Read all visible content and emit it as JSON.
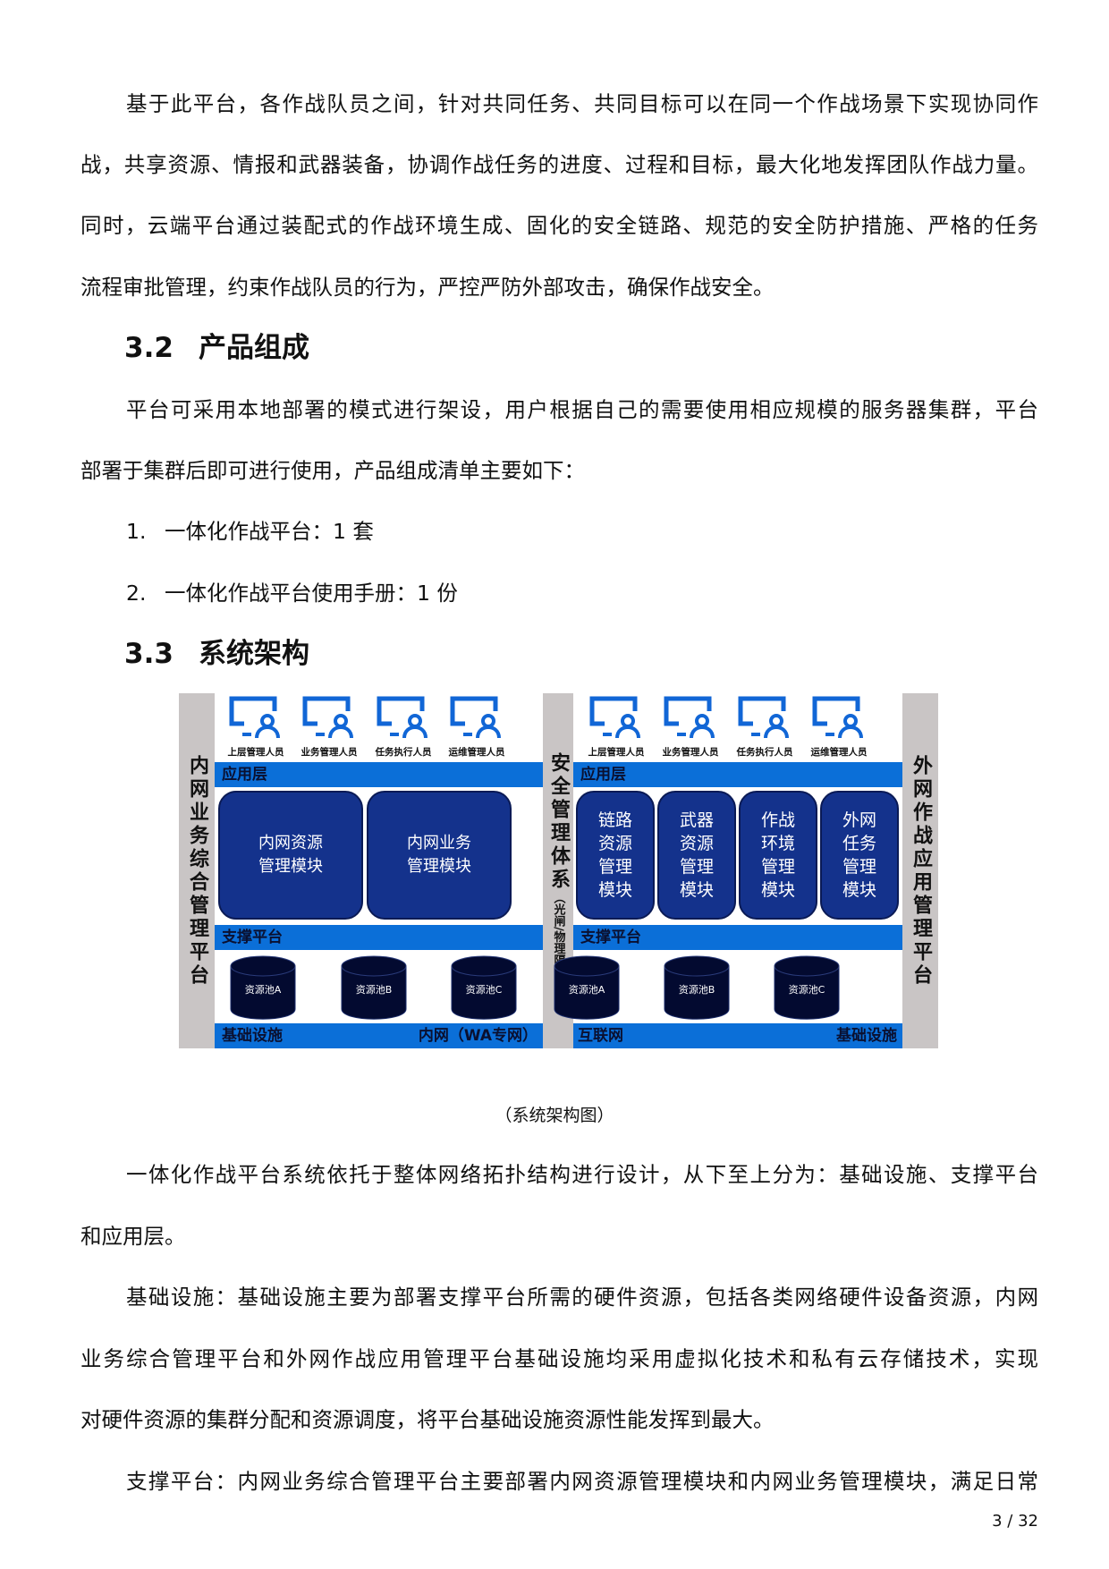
{
  "para1": [
    "基于此平台，各作战队员之间，针对共同任务、共同目标可以在同一个作战场景下实现协同作",
    "战，共享资源、情报和武器装备，协调作战任务的进度、过程和目标，最大化地发挥团队作战力量。",
    "同时，云端平台通过装配式的作战环境生成、固化的安全链路、规范的安全防护措施、严格的任务",
    "流程审批管理，约束作战队员的行为，严控严防外部攻击，确保作战安全。"
  ],
  "sec32": {
    "num": "3.2",
    "title": "产品组成"
  },
  "para2": [
    "平台可采用本地部署的模式进行架设，用户根据自己的需要使用相应规模的服务器集群，平台",
    "部署于集群后即可进行使用，产品组成清单主要如下："
  ],
  "list": [
    {
      "num": "1.",
      "text": "一体化作战平台：1 套"
    },
    {
      "num": "2.",
      "text": "一体化作战平台使用手册：1 份"
    }
  ],
  "sec33": {
    "num": "3.3",
    "title": "系统架构"
  },
  "diagram": {
    "left_side": "内网业务综合管理平台",
    "middle_side": "安全管理体系",
    "middle_sub": "（光闸/物理隔离）",
    "right_side": "外网作战应用管理平台",
    "users": [
      "上层管理人员",
      "业务管理人员",
      "任务执行人员",
      "运维管理人员"
    ],
    "app_layer": "应用层",
    "support": "支撑平台",
    "infra": "基础设施",
    "left_modules": [
      "内网资源\n管理模块",
      "内网业务\n管理模块"
    ],
    "right_modules": [
      "链路\n资源\n管理\n模块",
      "武器\n资源\n管理\n模块",
      "作战\n环境\n管理\n模块",
      "外网\n任务\n管理\n模块"
    ],
    "pools": [
      "资源池A",
      "资源池B",
      "资源池C"
    ],
    "left_net": "内网（WA专网）",
    "right_net": "互联网",
    "colors": {
      "bar": "#0b6fd8",
      "module": "#14328c",
      "pool": "#030a30",
      "side": "#c9c5c5"
    }
  },
  "caption": "（系统架构图）",
  "para3": [
    "一体化作战平台系统依托于整体网络拓扑结构进行设计，从下至上分为：基础设施、支撑平台",
    "和应用层。"
  ],
  "para4": [
    "基础设施：基础设施主要为部署支撑平台所需的硬件资源，包括各类网络硬件设备资源，内网",
    "业务综合管理平台和外网作战应用管理平台基础设施均采用虚拟化技术和私有云存储技术，实现",
    "对硬件资源的集群分配和资源调度，将平台基础设施资源性能发挥到最大。"
  ],
  "para5": [
    "支撑平台：内网业务综合管理平台主要部署内网资源管理模块和内网业务管理模块，满足日常"
  ],
  "page_number": "3 / 32"
}
